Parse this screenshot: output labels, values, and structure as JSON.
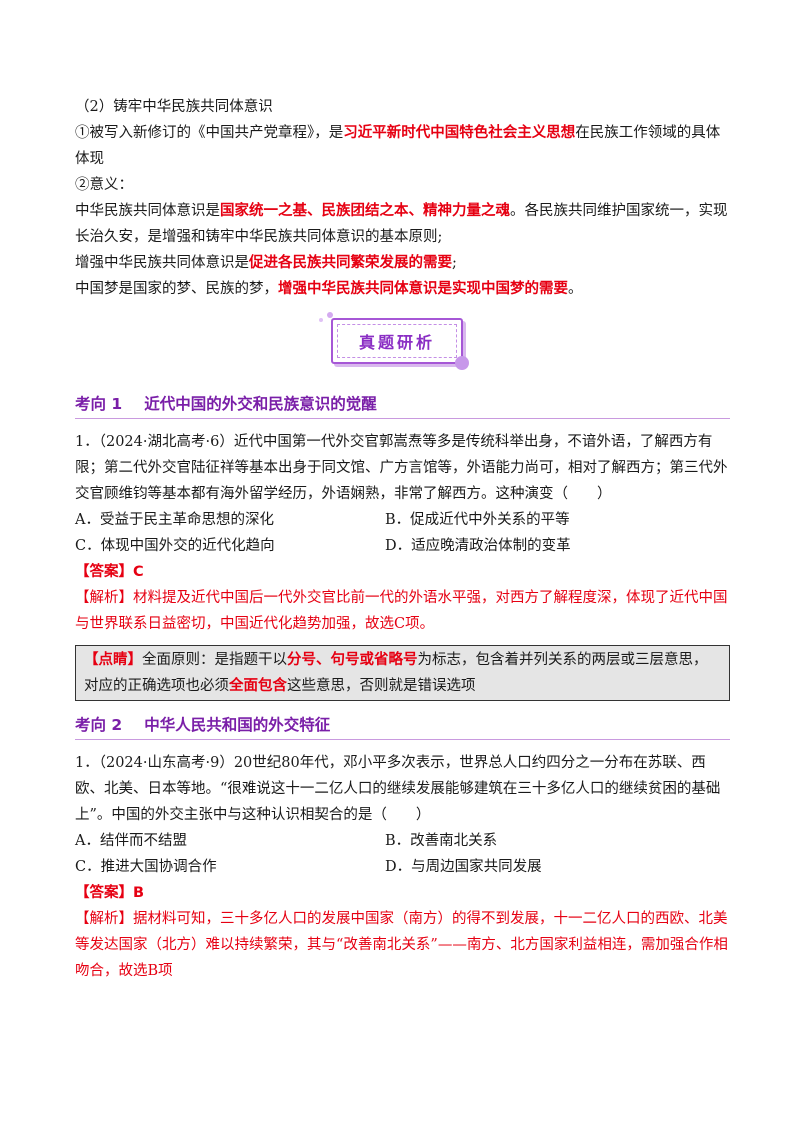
{
  "intro": {
    "heading": "（2）铸牢中华民族共同体意识",
    "p1_a": "①被写入新修订的《中国共产党章程》，是",
    "p1_b": "习近平新时代中国特色社会主义思想",
    "p1_c": "在民族工作领域的具体体现",
    "p2": "②意义：",
    "p3_a": "中华民族共同体意识是",
    "p3_b": "国家统一之基、民族团结之本、精神力量之魂",
    "p3_c": "。各民族共同维护国家统一，实现长治久安，是增强和铸牢中华民族共同体意识的基本原则;",
    "p4_a": "增强中华民族共同体意识是",
    "p4_b": "促进各民族共同繁荣发展的需要",
    "p4_c": ";",
    "p5_a": "中国梦是国家的梦、民族的梦，",
    "p5_b": "增强中华民族共同体意识是实现中国梦的需要",
    "p5_c": "。"
  },
  "banner": {
    "title": "真题研析"
  },
  "section1": {
    "num": "考向 1",
    "title": "近代中国的外交和民族意识的觉醒",
    "question": "1．（2024·湖北高考·6）近代中国第一代外交官郭嵩焘等多是传统科举出身，不谙外语，了解西方有限；第二代外交官陆征祥等基本出身于同文馆、广方言馆等，外语能力尚可，相对了解西方；第三代外交官顾维钧等基本都有海外留学经历，外语娴熟，非常了解西方。这种演变（　　）",
    "options": [
      "A．受益于民主革命思想的深化",
      "B．促成近代中外关系的平等",
      "C．体现中国外交的近代化趋向",
      "D．适应晚清政治体制的变革"
    ],
    "answer_label": "【答案】C",
    "analysis": "【解析】材料提及近代中国后一代外交官比前一代的外语水平强，对西方了解程度深，体现了近代中国与世界联系日益密切，中国近代化趋势加强，故选C项。",
    "tip_label": "【点睛】",
    "tip_a": "全面原则：是指题干以",
    "tip_b": "分号、句号或省略号",
    "tip_c": "为标志，包含着并列关系的两层或三层意思，对应的正确选项也必须",
    "tip_d": "全面包含",
    "tip_e": "这些意思，否则就是错误选项"
  },
  "section2": {
    "num": "考向 2",
    "title": "中华人民共和国的外交特征",
    "question": "1．（2024·山东高考·9）20世纪80年代，邓小平多次表示，世界总人口约四分之一分布在苏联、西欧、北美、日本等地。“很难说这十一二亿人口的继续发展能够建筑在三十多亿人口的继续贫困的基础上”。中国的外交主张中与这种认识相契合的是（　　）",
    "options": [
      "A．结伴而不结盟",
      "B．改善南北关系",
      "C．推进大国协调合作",
      "D．与周边国家共同发展"
    ],
    "answer_label": "【答案】B",
    "analysis": "【解析】据材料可知，三十多亿人口的发展中国家（南方）的得不到发展，十一二亿人口的西欧、北美等发达国家（北方）难以持续繁荣，其与“改善南北关系”——南方、北方国家利益相连，需加强合作相吻合，故选B项"
  },
  "colors": {
    "red": "#e60012",
    "purple": "#7a1fa8",
    "banner_border": "#a657d6"
  }
}
